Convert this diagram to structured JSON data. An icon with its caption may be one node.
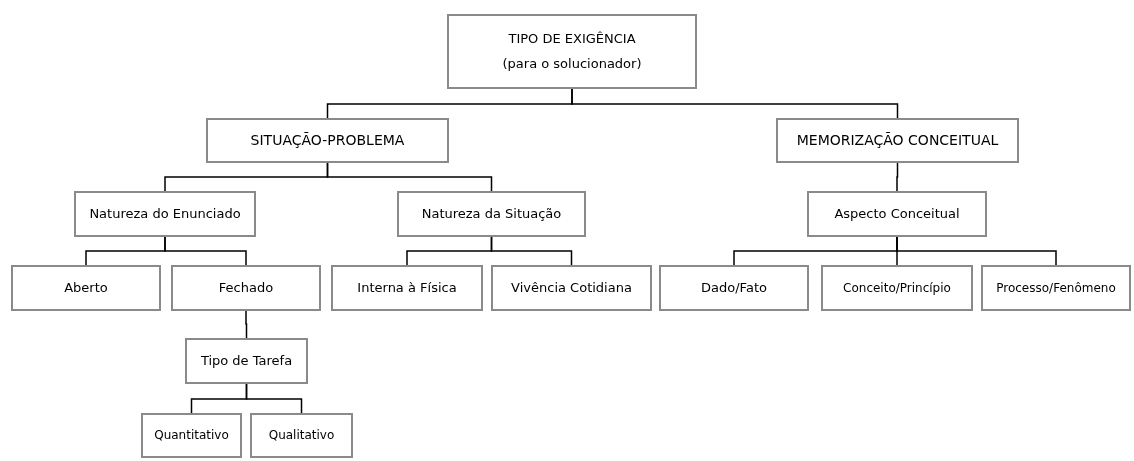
{
  "diagram": {
    "nodes": [
      {
        "text": [
          "TIPO DE EXIGÊNCIA",
          "(para o solucionador)"
        ]
      },
      {
        "text": [
          "SITUAÇÃO-PROBLEMA"
        ]
      },
      {
        "text": [
          "MEMORIZAÇÃO CONCEITUAL"
        ]
      },
      {
        "text": [
          "Natureza do Enunciado"
        ]
      },
      {
        "text": [
          "Natureza da Situação"
        ]
      },
      {
        "text": [
          "Aspecto Conceitual"
        ]
      },
      {
        "text": [
          "Aberto"
        ]
      },
      {
        "text": [
          "Fechado"
        ]
      },
      {
        "text": [
          "Interna à Física"
        ]
      },
      {
        "text": [
          "Vivência Cotidiana"
        ]
      },
      {
        "text": [
          "Dado/Fato"
        ]
      },
      {
        "text": [
          "Conceito/Princípio"
        ]
      },
      {
        "text": [
          "Processo/Fenômeno"
        ]
      },
      {
        "text": [
          "Tipo de Tarefa"
        ]
      },
      {
        "text": [
          "Quantitativo"
        ]
      },
      {
        "text": [
          "Qualitativo"
        ]
      }
    ],
    "edges": [
      {
        "from": 0,
        "to": 1,
        "arrow": "none"
      },
      {
        "from": 0,
        "to": 2,
        "arrow": "none"
      },
      {
        "from": 1,
        "to": 3,
        "arrow": "none"
      },
      {
        "from": 1,
        "to": 4,
        "arrow": "none"
      },
      {
        "from": 2,
        "to": 5,
        "arrow": "none"
      },
      {
        "from": 3,
        "to": 6,
        "arrow": "none"
      },
      {
        "from": 3,
        "to": 7,
        "arrow": "none"
      },
      {
        "from": 4,
        "to": 8,
        "arrow": "none"
      },
      {
        "from": 4,
        "to": 9,
        "arrow": "none"
      },
      {
        "from": 5,
        "to": 10,
        "arrow": "none"
      },
      {
        "from": 5,
        "to": 11,
        "arrow": "none"
      },
      {
        "from": 5,
        "to": 12,
        "arrow": "none"
      },
      {
        "from": 7,
        "to": 13,
        "arrow": "none"
      },
      {
        "from": 13,
        "to": 14,
        "arrow": "none"
      },
      {
        "from": 13,
        "to": 15,
        "arrow": "none"
      }
    ]
  }
}
